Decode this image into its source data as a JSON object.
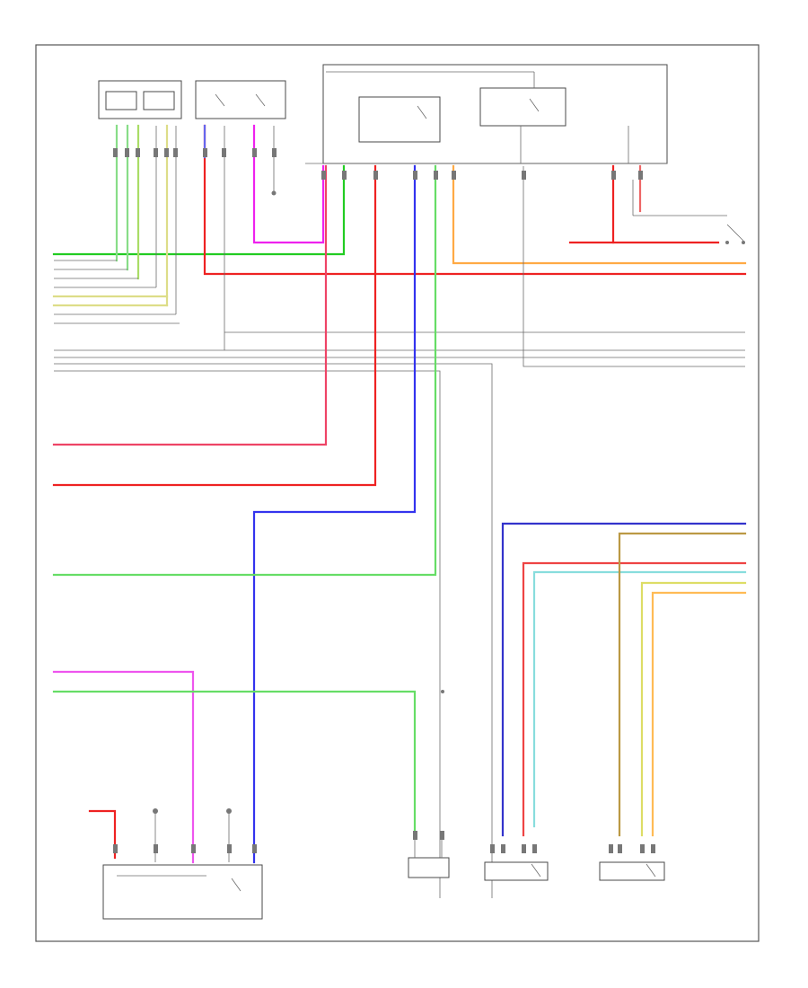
{
  "diagram": {
    "footer_label": "",
    "components": [
      {
        "id": "fuse-relay-box",
        "label": ""
      },
      {
        "id": "fuel-pump-relay",
        "label": ""
      },
      {
        "id": "ig-relay",
        "label": ""
      },
      {
        "id": "ignition-switch",
        "label": ""
      },
      {
        "id": "steering-switch",
        "label": ""
      },
      {
        "id": "brake-pedal-position-switch",
        "label": ""
      },
      {
        "id": "fuel-pump-module",
        "label": ""
      },
      {
        "id": "evap-solenoid",
        "label": ""
      },
      {
        "id": "o2-sensor-1",
        "label": ""
      },
      {
        "id": "o2-sensor-2",
        "label": ""
      }
    ],
    "wires": [
      {
        "id": "w-grn-top",
        "color": "#22cc22"
      },
      {
        "id": "w-red-top",
        "color": "#ee2222"
      },
      {
        "id": "w-org-top",
        "color": "#ff8800"
      },
      {
        "id": "w-pink",
        "color": "#ee22ee"
      },
      {
        "id": "w-red-mid",
        "color": "#ee2222"
      },
      {
        "id": "w-blue",
        "color": "#2222ee"
      },
      {
        "id": "w-ltgrn",
        "color": "#66dd66"
      },
      {
        "id": "w-cyan",
        "color": "#66dddd"
      },
      {
        "id": "w-yel",
        "color": "#dddd44"
      },
      {
        "id": "w-brn",
        "color": "#aa8833"
      }
    ]
  }
}
